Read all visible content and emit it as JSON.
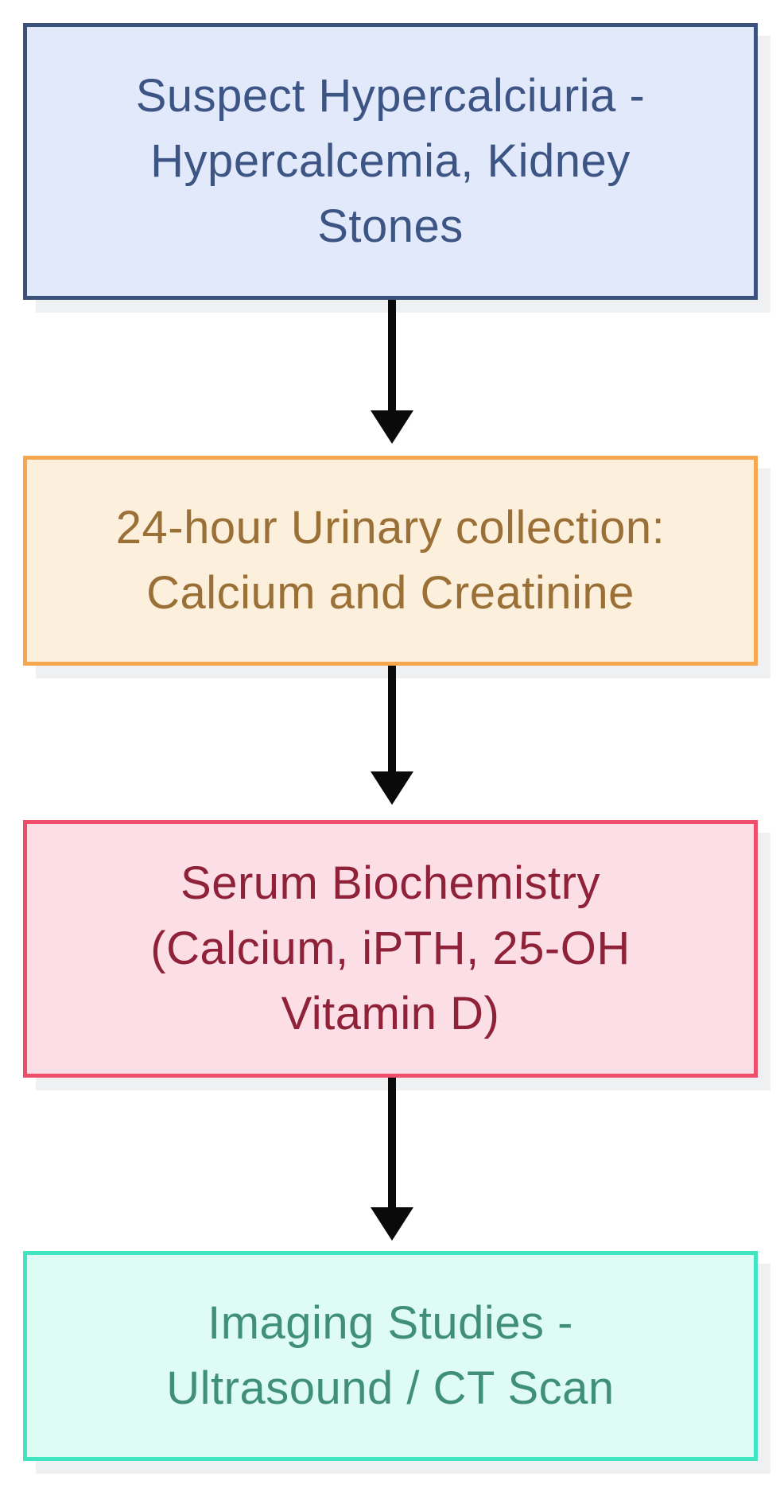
{
  "diagram": {
    "type": "flowchart",
    "direction": "top-down",
    "background_color": "#FFFFFF",
    "shadow_color": "#EFF0F2",
    "arrow_color": "#0A0A0A",
    "nodes": [
      {
        "id": "suspect-hypercalciuria",
        "label": "Suspect Hypercalciuria -\nHypercalcemia, Kidney\nStones",
        "fill_color": "#E2E9FA",
        "border_color": "#3A517B",
        "text_color": "#3D5584"
      },
      {
        "id": "urinary-collection",
        "label": "24-hour Urinary collection:\nCalcium and Creatinine",
        "fill_color": "#FCEFDC",
        "border_color": "#F6A750",
        "text_color": "#9A7036"
      },
      {
        "id": "serum-biochemistry",
        "label": "Serum Biochemistry\n(Calcium, iPTH, 25-OH\nVitamin D)",
        "fill_color": "#FBDEE6",
        "border_color": "#EF4E6B",
        "text_color": "#8F2138"
      },
      {
        "id": "imaging-studies",
        "label": "Imaging Studies -\nUltrasound / CT Scan",
        "fill_color": "#DFFCF4",
        "border_color": "#41E4C1",
        "text_color": "#3F9077"
      }
    ],
    "edges": [
      {
        "from": "suspect-hypercalciuria",
        "to": "urinary-collection"
      },
      {
        "from": "urinary-collection",
        "to": "serum-biochemistry"
      },
      {
        "from": "serum-biochemistry",
        "to": "imaging-studies"
      }
    ]
  }
}
